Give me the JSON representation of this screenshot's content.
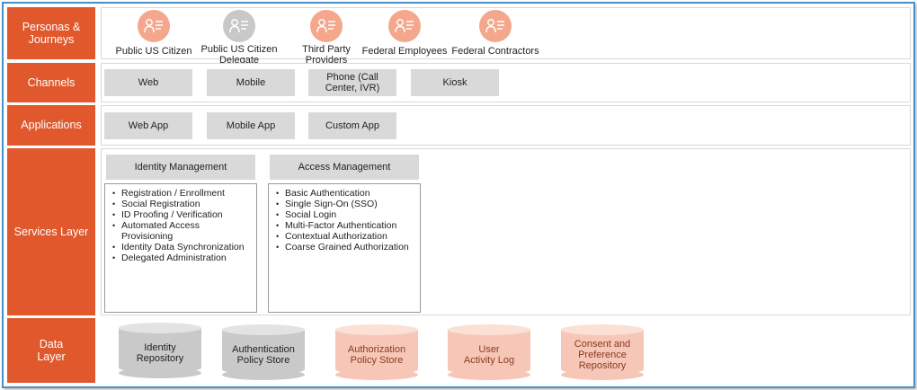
{
  "colors": {
    "label_bg": "#e0582c",
    "label_text": "#ffffff",
    "box_gray": "#d9d9d9",
    "persona_orange": "#f4a78c",
    "persona_gray": "#c8c8c8",
    "cyl_gray": "#c9c9c9",
    "cyl_gray_top": "#e3e3e3",
    "cyl_peach": "#f6c7b6",
    "cyl_peach_top": "#fbe0d6",
    "frame_border": "#4a90c8"
  },
  "personas": {
    "label": "Personas &\nJourneys",
    "items": [
      {
        "label": "Public US Citizen",
        "icon": "person-list-icon",
        "style": "orange"
      },
      {
        "label": "Public US Citizen\nDelegate",
        "icon": "person-list-icon",
        "style": "gray"
      },
      {
        "label": "Third Party\nProviders",
        "icon": "person-list-icon",
        "style": "orange"
      },
      {
        "label": "Federal Employees",
        "icon": "person-list-icon",
        "style": "orange"
      },
      {
        "label": "Federal Contractors",
        "icon": "person-list-icon",
        "style": "orange"
      }
    ]
  },
  "channels": {
    "label": "Channels",
    "items": [
      "Web",
      "Mobile",
      "Phone (Call\nCenter, IVR)",
      "Kiosk"
    ]
  },
  "applications": {
    "label": "Applications",
    "items": [
      "Web App",
      "Mobile App",
      "Custom App"
    ]
  },
  "services": {
    "label": "Services Layer",
    "groups": [
      {
        "title": "Identity Management",
        "items": [
          "Registration / Enrollment",
          "Social Registration",
          "ID Proofing / Verification",
          "Automated Access\nProvisioning",
          "Identity Data Synchronization",
          "Delegated Administration"
        ]
      },
      {
        "title": "Access Management",
        "items": [
          "Basic Authentication",
          "Single Sign-On (SSO)",
          "Social Login",
          "Multi-Factor Authentication",
          "Contextual Authorization",
          "Coarse Grained Authorization"
        ]
      }
    ]
  },
  "data_layer": {
    "label": "Data\nLayer",
    "stores": [
      {
        "label": "Identity\nRepository",
        "style": "gray"
      },
      {
        "label": "Authentication\nPolicy Store",
        "style": "gray"
      },
      {
        "label": "Authorization\nPolicy Store",
        "style": "peach"
      },
      {
        "label": "User\nActivity Log",
        "style": "peach"
      },
      {
        "label": "Consent and\nPreference\nRepository",
        "style": "peach"
      }
    ]
  }
}
